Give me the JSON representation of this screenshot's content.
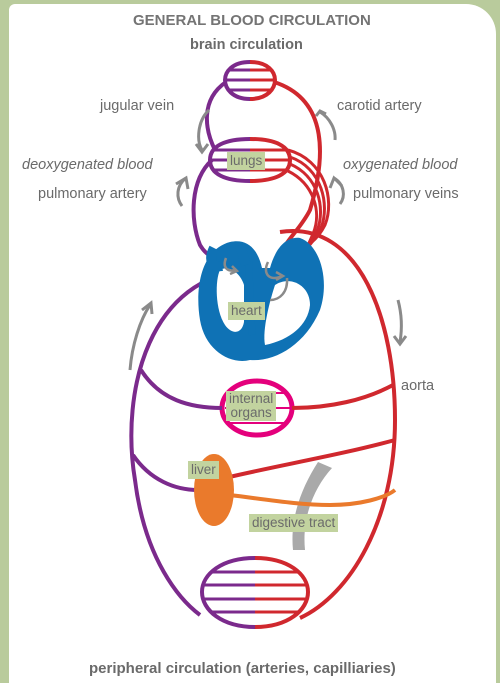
{
  "title": "GENERAL BLOOD CIRCULATION",
  "labels": {
    "brain": "brain circulation",
    "jugular": "jugular vein",
    "carotid": "carotid artery",
    "deoxygenated": "deoxygenated blood",
    "oxygenated": "oxygenated blood",
    "pulmonary_artery": "pulmonary artery",
    "pulmonary_veins": "pulmonary veins",
    "aorta": "aorta",
    "peripheral": "peripheral circulation (arteries, capilliaries)"
  },
  "boxes": {
    "lungs": "lungs",
    "heart": "heart",
    "internal_organs_1": "internal",
    "internal_organs_2": "organs",
    "liver": "liver",
    "digestive": "digestive tract"
  },
  "colors": {
    "background": "#b9cb9c",
    "artery": "#d0282e",
    "vein": "#7b2a8c",
    "heart": "#0f72b5",
    "organs_ring": "#e4007c",
    "liver": "#ea7a2c",
    "digestive": "#a9a9a9",
    "arrow": "#8a8a8a",
    "label_box": "#c2d39f"
  }
}
